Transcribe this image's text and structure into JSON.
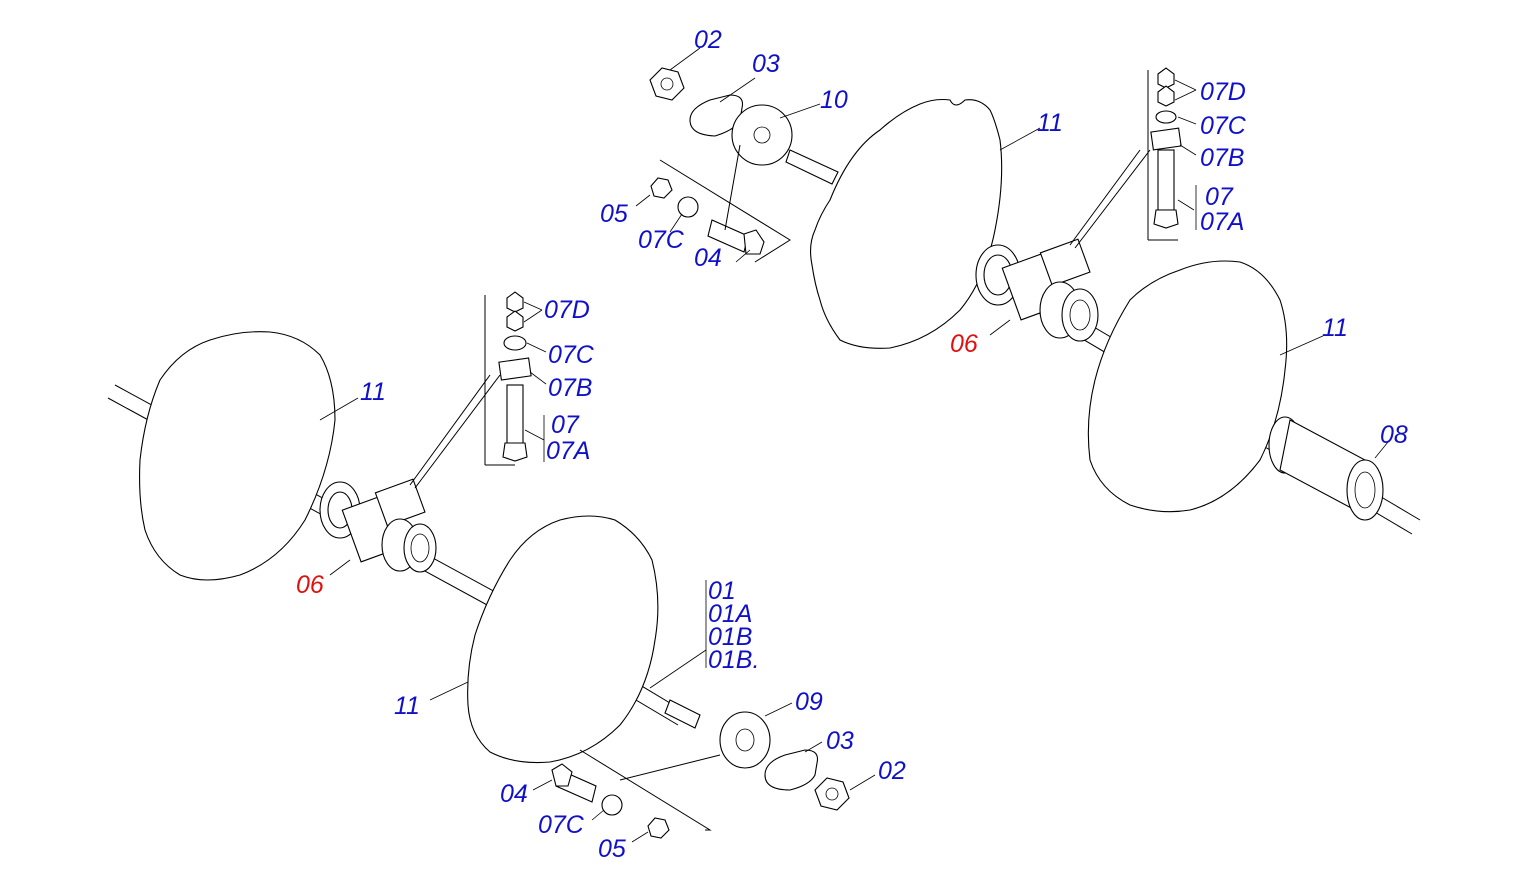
{
  "colors": {
    "label": "#1010c8",
    "highlight": "#e01010",
    "line": "#000000"
  },
  "labels": {
    "top_02": "02",
    "top_03": "03",
    "top_10": "10",
    "top_05": "05",
    "top_07c_left": "07C",
    "top_04": "04",
    "top_11_disc1": "11",
    "top_07d": "07D",
    "top_07c": "07C",
    "top_07b": "07B",
    "top_07": "07",
    "top_07a": "07A",
    "top_06": "06",
    "top_11_disc2": "11",
    "top_08": "08",
    "left_07d": "07D",
    "left_07c": "07C",
    "left_07b": "07B",
    "left_07": "07",
    "left_07a": "07A",
    "left_11_disc1": "11",
    "left_06": "06",
    "left_01": "01",
    "left_01a": "01A",
    "left_01b": "01B",
    "left_01b_dot": "01B.",
    "left_11_disc2": "11",
    "left_09": "09",
    "left_03": "03",
    "left_02": "02",
    "left_04": "04",
    "left_07c_bottom": "07C",
    "left_05": "05"
  }
}
